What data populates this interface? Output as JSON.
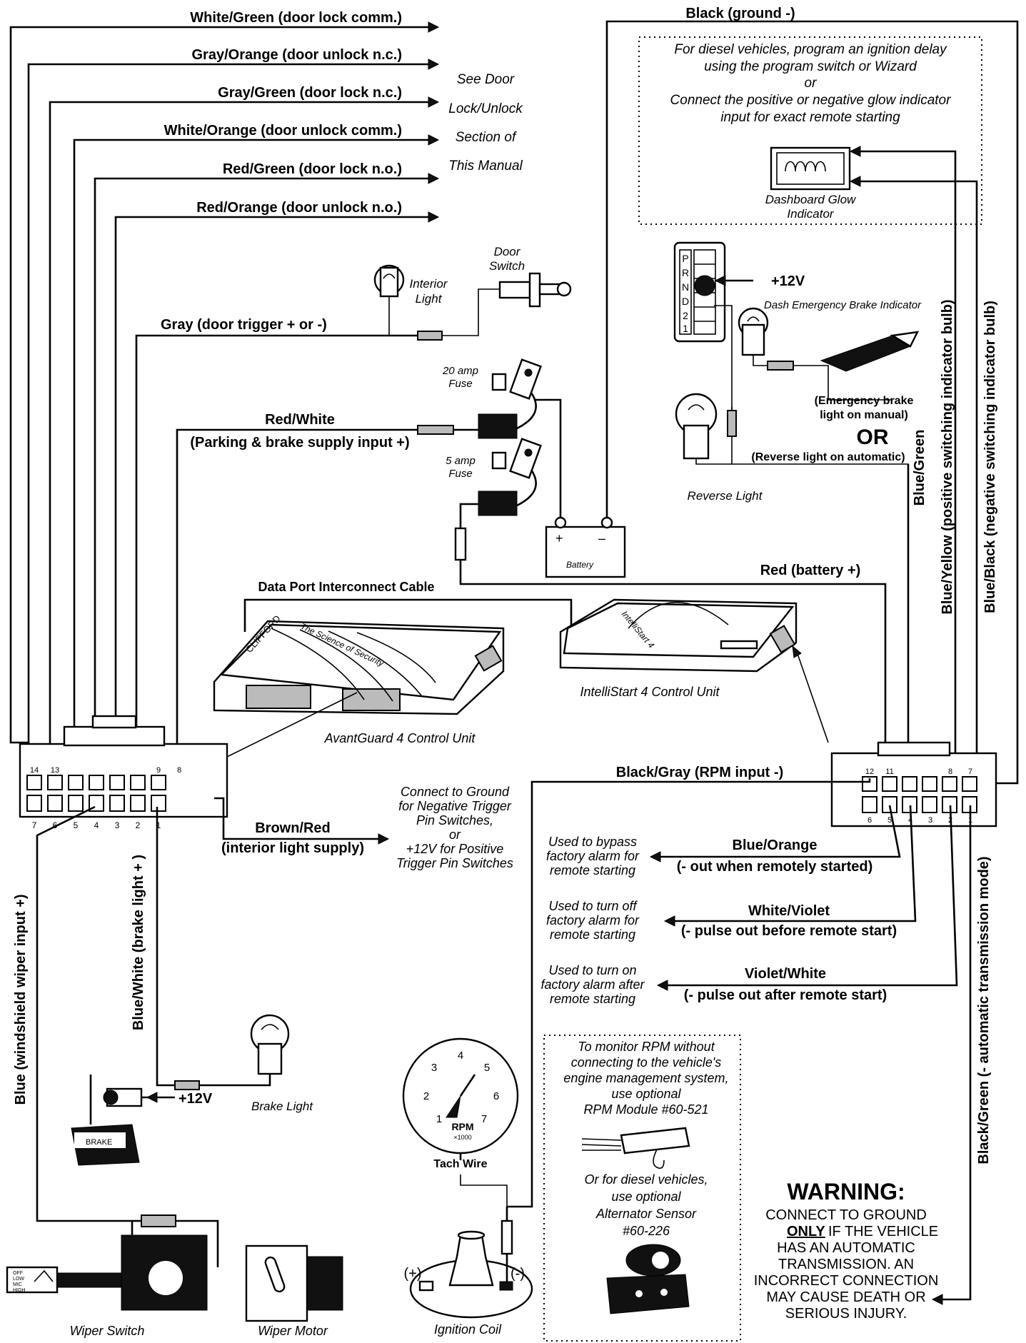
{
  "wires": {
    "white_green": "White/Green  (door lock comm.)",
    "gray_orange": "Gray/Orange  (door unlock n.c.)",
    "gray_green": "Gray/Green  (door lock n.c.)",
    "white_orange": "White/Orange  (door unlock comm.)",
    "red_green": "Red/Green  (door lock n.o.)",
    "red_orange": "Red/Orange  (door unlock n.o.)",
    "gray": "Gray  (door trigger + or -)",
    "red_white": "Red/White",
    "red_white_desc": "(Parking & brake supply  input +)",
    "brown_red": "Brown/Red",
    "brown_red_desc": "(interior light supply)",
    "black_ground": "Black (ground -)",
    "red_battery": "Red (battery +)",
    "data_port": "Data Port Interconnect Cable",
    "black_gray": "Black/Gray (RPM input -)",
    "blue_orange": "Blue/Orange",
    "blue_orange_desc": "(- out when remotely started)",
    "white_violet": "White/Violet",
    "white_violet_desc": "(- pulse out before remote start)",
    "violet_white": "Violet/White",
    "violet_white_desc": "(- pulse out after remote start)",
    "blue_green": "Blue/Green",
    "blue_yellow": "Blue/Yellow (positive switching indicator bulb)",
    "blue_black": "Blue/Black (negative switching indicator bulb)",
    "black_green": "Black/Green (- automatic transmission mode)",
    "blue_wiper": "Blue  (windshield wiper input +)",
    "blue_white_brake": "Blue/White  (brake light + )"
  },
  "notes": {
    "door_section": [
      "See Door",
      "Lock/Unlock",
      "Section of",
      "This Manual"
    ],
    "diesel": [
      "For diesel vehicles, program an ignition delay",
      "using the program switch or Wizard",
      "or",
      "Connect the positive or negative glow indicator",
      "input for exact remote starting"
    ],
    "ground_trigger": [
      "Connect to Ground",
      "for Negative Trigger",
      "Pin Switches,",
      "or",
      "+12V for Positive",
      "Trigger Pin Switches"
    ],
    "bypass": [
      "Used to bypass",
      "factory alarm for",
      "remote starting"
    ],
    "turn_off": [
      "Used to turn off",
      "factory alarm for",
      "remote starting"
    ],
    "turn_on": [
      "Used to turn on",
      "factory alarm after",
      "remote starting"
    ],
    "rpm_module": [
      "To monitor RPM without",
      "connecting to the vehicle's",
      "engine management system,",
      "use optional",
      "RPM Module #60-521"
    ],
    "alternator": [
      "Or for diesel vehicles,",
      "use optional",
      "Alternator Sensor",
      "#60-226"
    ],
    "emergency_brake_light": [
      "(Emergency brake",
      "light on manual)"
    ],
    "or_big": "OR",
    "reverse_auto": "(Reverse light on automatic)",
    "warning_title": "WARNING:",
    "warning_lines": [
      "CONNECT TO GROUND",
      "IF THE VEHICLE",
      "HAS AN AUTOMATIC",
      "TRANSMISSION. AN",
      "INCORRECT CONNECTION",
      "MAY CAUSE DEATH OR",
      "SERIOUS INJURY."
    ],
    "warning_only": "ONLY"
  },
  "components": {
    "interior_light": [
      "Interior",
      "Light"
    ],
    "door_switch": [
      "Door",
      "Switch"
    ],
    "fuse20": [
      "20 amp",
      "Fuse"
    ],
    "fuse5": [
      "5 amp",
      "Fuse"
    ],
    "battery": "Battery",
    "dash_glow": [
      "Dashboard Glow",
      "Indicator"
    ],
    "plus12v": "+12V",
    "dash_ebrake": "Dash Emergency Brake Indicator",
    "reverse_light": "Reverse Light",
    "avantguard": "AvantGuard 4 Control Unit",
    "intellistart": "IntelliStart 4 Control Unit",
    "brake_light": "Brake Light",
    "brake_pedal": "BRAKE",
    "tach_wire": "Tach Wire",
    "rpm_label": "RPM",
    "rpm_scale": "×1000",
    "ignition_coil": "Ignition Coil",
    "wiper_switch": "Wiper Switch",
    "wiper_motor": "Wiper Motor",
    "coil_plus": "(+)",
    "coil_minus": "(-)",
    "battery_plus": "+",
    "battery_minus": "–",
    "prnd": [
      "P",
      "R",
      "N",
      "D",
      "2",
      "1"
    ],
    "wiper_modes": [
      "OFF",
      "LOW",
      "MIC",
      "HIGH"
    ],
    "tach_numbers": [
      "1",
      "2",
      "3",
      "4",
      "5",
      "6",
      "7"
    ],
    "brand_text": "CLIFFORD",
    "brand_slogan": "The Science of Security",
    "intellistart_logo": "IntelliStart 4"
  },
  "connector_left": {
    "top_pins": [
      "14",
      "13",
      "",
      "",
      "",
      "9",
      "8"
    ],
    "bottom_pins": [
      "7",
      "6",
      "5",
      "4",
      "3",
      "2",
      "1"
    ]
  },
  "connector_right": {
    "top_pins": [
      "12",
      "11",
      "",
      "",
      "8",
      "7"
    ],
    "bottom_pins": [
      "6",
      "5",
      "4",
      "3",
      "2",
      "1"
    ]
  }
}
